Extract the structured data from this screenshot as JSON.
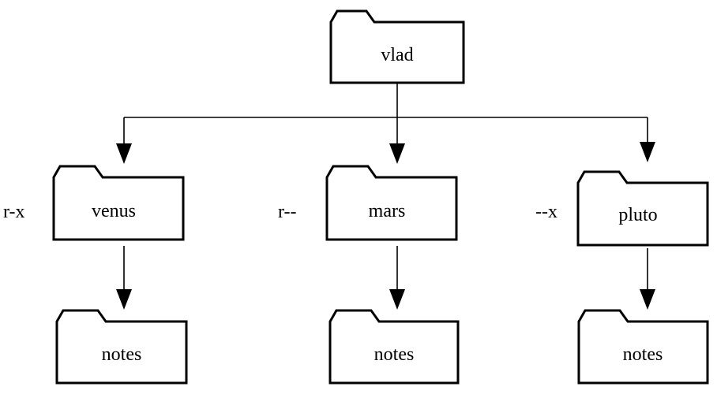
{
  "diagram": {
    "root": {
      "name": "vlad"
    },
    "children": [
      {
        "name": "venus",
        "permission": "r-x",
        "child": {
          "name": "notes"
        }
      },
      {
        "name": "mars",
        "permission": "r--",
        "child": {
          "name": "notes"
        }
      },
      {
        "name": "pluto",
        "permission": "--x",
        "child": {
          "name": "notes"
        }
      }
    ]
  }
}
